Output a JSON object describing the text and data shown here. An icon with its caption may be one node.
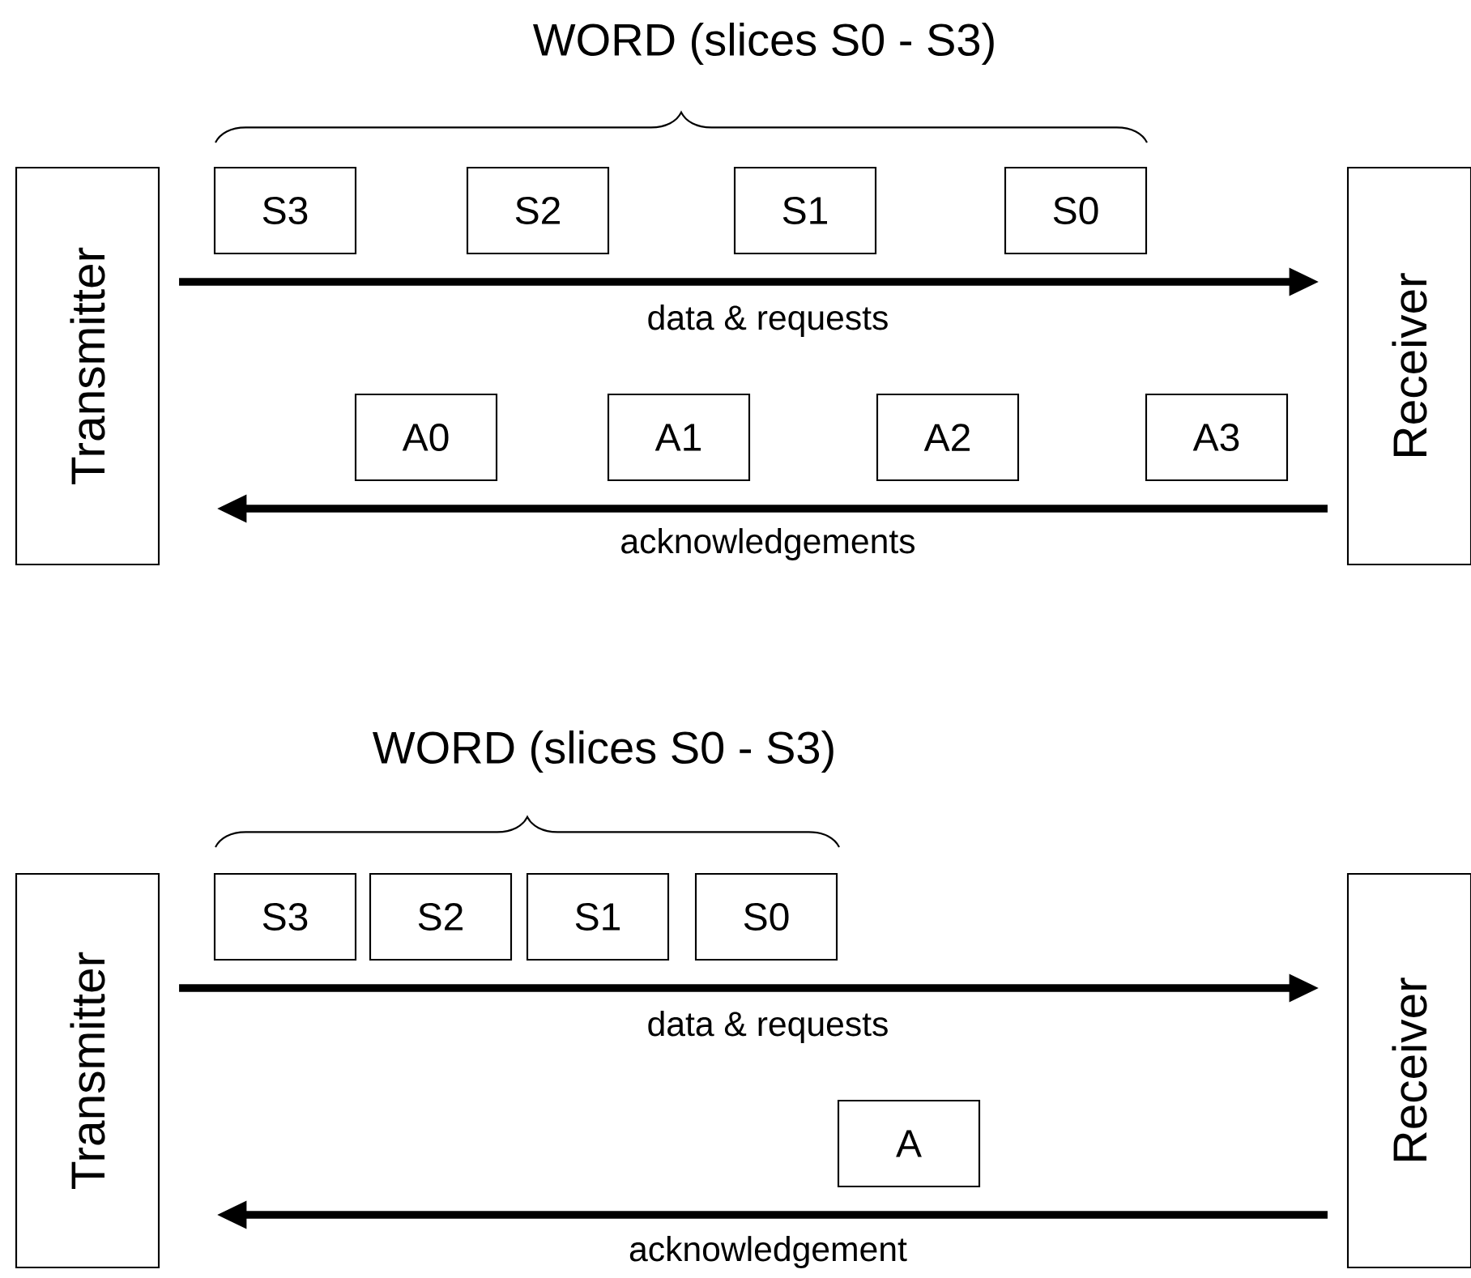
{
  "diagram": {
    "nodes": [
      {
        "text": [
          "Transmitter"
        ]
      },
      {
        "text": [
          "Receiver"
        ]
      },
      {
        "text": [
          "S3"
        ]
      },
      {
        "text": [
          "S2"
        ]
      },
      {
        "text": [
          "S1"
        ]
      },
      {
        "text": [
          "S0"
        ]
      },
      {
        "text": [
          "A0"
        ]
      },
      {
        "text": [
          "A1"
        ]
      },
      {
        "text": [
          "A2"
        ]
      },
      {
        "text": [
          "A3"
        ]
      },
      {
        "text": [
          "Transmitter"
        ]
      },
      {
        "text": [
          "Receiver"
        ]
      },
      {
        "text": [
          "S3"
        ]
      },
      {
        "text": [
          "S2"
        ]
      },
      {
        "text": [
          "S1"
        ]
      },
      {
        "text": [
          "S0"
        ]
      },
      {
        "text": [
          "A"
        ]
      }
    ],
    "edges": [
      {
        "from": 0,
        "to": 1,
        "arrow": "to",
        "label": "data & requests"
      },
      {
        "from": 1,
        "to": 0,
        "arrow": "to",
        "label": "acknowledgements"
      },
      {
        "from": 10,
        "to": 11,
        "arrow": "to",
        "label": "data & requests"
      },
      {
        "from": 11,
        "to": 10,
        "arrow": "to",
        "label": "acknowledgement"
      }
    ],
    "labels": [
      "WORD (slices S0 - S3)",
      "WORD (slices S0 - S3)"
    ]
  }
}
